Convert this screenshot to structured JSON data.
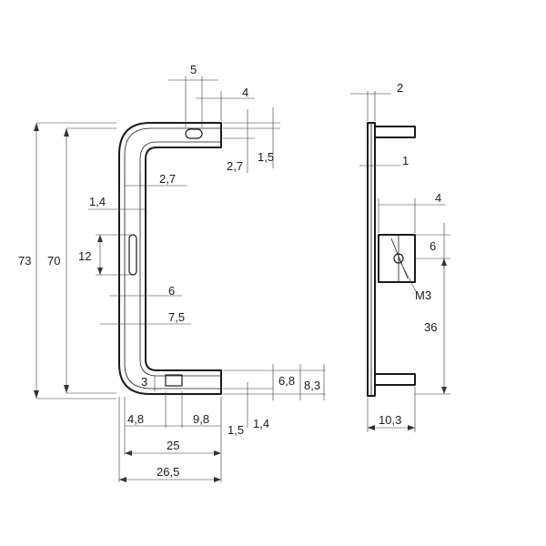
{
  "colors": {
    "line": "#1a1a1a",
    "dimension": "#333333",
    "background": "#ffffff"
  },
  "front_view": {
    "overall_height_outer": "73",
    "overall_height_inner": "70",
    "slot_width": "5",
    "tab_offset": "4",
    "top_gap_a": "2,7",
    "top_gap_b": "1,5",
    "web_thickness_1": "1,4",
    "web_thickness_2": "2,7",
    "slot_length": "12",
    "depth_6": "6",
    "depth_7_5": "7,5",
    "bottom_offset": "3",
    "foot_height_a": "6,8",
    "foot_height_b": "8,3",
    "bottom_dim_a": "4,8",
    "bottom_dim_b": "9,8",
    "bottom_gap_a": "1,5",
    "bottom_gap_b": "1,4",
    "width_inner": "25",
    "width_outer": "26,5"
  },
  "side_view": {
    "plate_thickness": "2",
    "flange": "1",
    "block_offset": "4",
    "block_height": "6",
    "thread": "M3",
    "block_position": "36",
    "total_depth": "10,3"
  }
}
